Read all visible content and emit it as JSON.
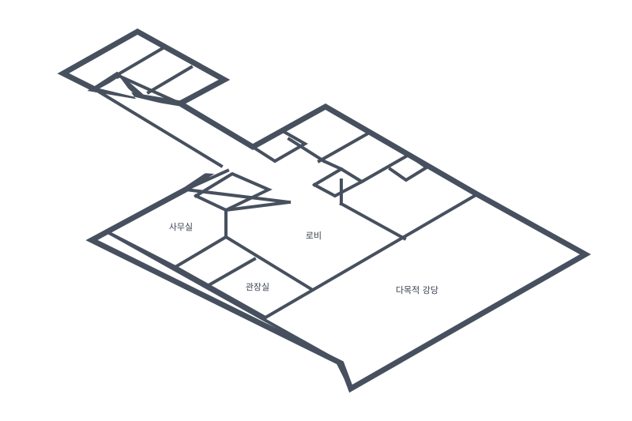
{
  "colors": {
    "wall": "#47505e",
    "floor": "#ffffff",
    "label": "#3b4350"
  },
  "rooms": {
    "office": "사무실",
    "lobby": "로비",
    "manager_room": "관장실",
    "auditorium": "다목적 강당"
  }
}
